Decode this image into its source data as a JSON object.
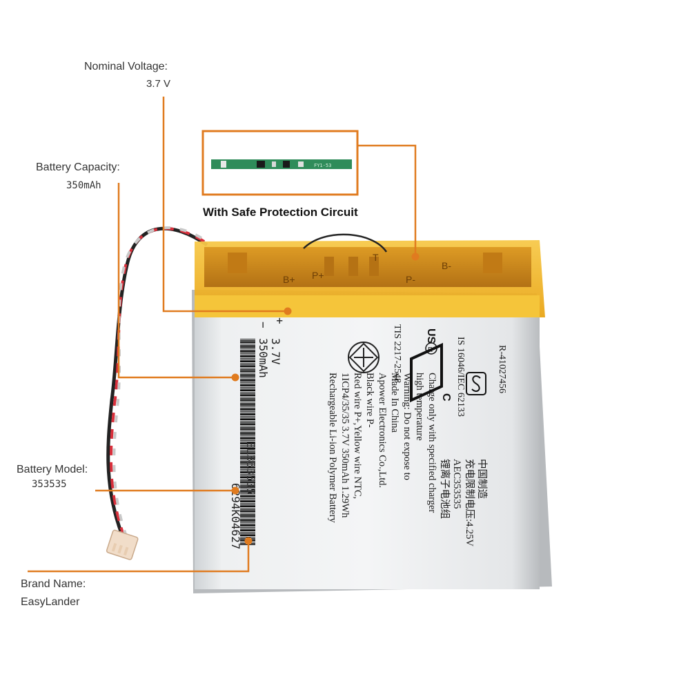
{
  "callouts": {
    "nominal_voltage": {
      "label": "Nominal Voltage:",
      "value": "3.7 V"
    },
    "battery_capacity": {
      "label": "Battery  Capacity:",
      "value": "350mAh"
    },
    "battery_model": {
      "label": "Battery Model:",
      "value": "353535"
    },
    "brand_name": {
      "label": "Brand Name:",
      "value": "EasyLander"
    }
  },
  "protection_circuit": {
    "caption": "With Safe Protection Circuit",
    "board_text": "FY1-53"
  },
  "battery_label": {
    "barcode_top": "350mAh",
    "barcode_voltage": "3.7V",
    "barcode_plus": "+",
    "barcode_minus": "−",
    "model_code": "EL353535",
    "serial": "6294K04627",
    "lines": [
      "Rechargeable Li-ion Polymer Battery",
      "1ICP4/35/35 3.7V 350mAh 1.29Wh",
      "Red wire P+,Yellow wire NTC,",
      "Black wire P-",
      "Apower Electronics Co.,Ltd.",
      "Made In China",
      "Warning: Do not expose to",
      "high temperature",
      "Charge only with specified charger",
      "锂离子电池组",
      "AEC353535",
      "充电限制电压:4.25V",
      "中国制造"
    ],
    "tis": "TIS 2217-2548",
    "iec": "IS 16046/IEC 62133",
    "cert_no": "R-41027456",
    "ul_us": "US",
    "ul_c": "C"
  },
  "pcm_labels": {
    "b_plus": "B+",
    "p_plus": "P+",
    "t": "T",
    "p_minus": "P-",
    "b_minus": "B-"
  },
  "colors": {
    "callout_line": "#e07b1f",
    "tape": "#f2b21a",
    "pouch": "#e6e8ea",
    "pcb": "#2f8c5a"
  }
}
